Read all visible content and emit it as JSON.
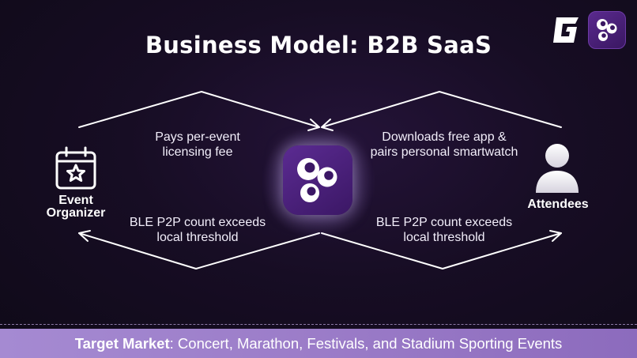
{
  "title": "Business Model: B2B SaaS",
  "brand": {
    "logo_icon": "g-logo-icon",
    "app_icon": "crowd-app-icon",
    "accent_color": "#4a1f7a",
    "bar_color": "#9b7cc8"
  },
  "flows": {
    "organizer_pays": [
      "Pays per-event",
      "licensing fee"
    ],
    "attendee_downloads": [
      "Downloads free app &",
      "pairs personal smartwatch"
    ],
    "ble_to_organizer": [
      "BLE P2P count exceeds",
      "local threshold"
    ],
    "ble_to_attendees": [
      "BLE P2P count exceeds",
      "local threshold"
    ]
  },
  "organizer": {
    "icon": "calendar-star-icon",
    "label_line1": "Event",
    "label_line2": "Organizer"
  },
  "attendees": {
    "icon": "person-icon",
    "label": "Attendees"
  },
  "footer": {
    "label": "Target Market",
    "text": ": Concert, Marathon, Festivals, and Stadium Sporting Events"
  }
}
